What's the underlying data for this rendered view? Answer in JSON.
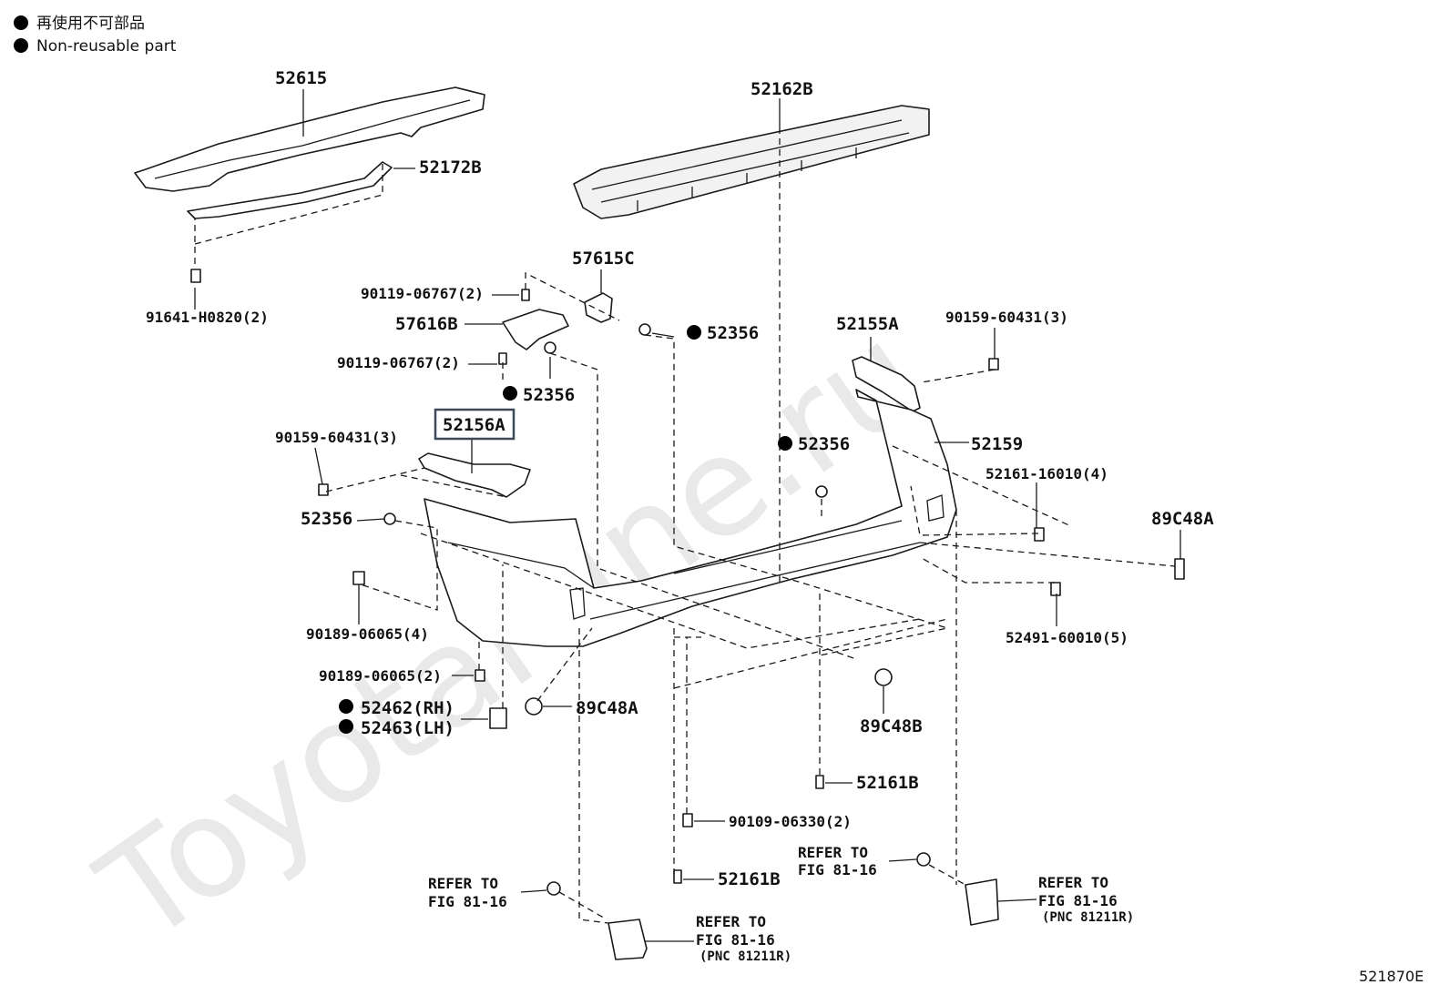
{
  "legend": [
    {
      "symbol": "filled-circle",
      "text": "再使用不可部品"
    },
    {
      "symbol": "filled-circle",
      "text": "Non-reusable part"
    }
  ],
  "watermark": "ToyotaMine.ru",
  "ref_id": "521870E",
  "highlight_color": "#3b4a5a",
  "labels": {
    "p52615": "52615",
    "p52172B": "52172B",
    "p52162B": "52162B",
    "p91641": "91641-H0820(2)",
    "p57615C": "57615C",
    "p90119_a": "90119-06767(2)",
    "p57616B": "57616B",
    "p52356_a": "52356",
    "p90119_b": "90119-06767(2)",
    "p52356_b": "52356",
    "p52155A": "52155A",
    "p90159_b": "90159-60431(3)",
    "p52156A": "52156A",
    "p90159_a": "90159-60431(3)",
    "p52356_c": "52356",
    "p52159": "52159",
    "p52161_16010": "52161-16010(4)",
    "p89C48A_r": "89C48A",
    "p52356_d": "52356",
    "p90189_a": "90189-06065(4)",
    "p52491": "52491-60010(5)",
    "p90189_b": "90189-06065(2)",
    "p52462": "52462(RH)",
    "p52463": "52463(LH)",
    "p89C48A_l": "89C48A",
    "p89C48B": "89C48B",
    "p52161B_a": "52161B",
    "p90109": "90109-06330(2)",
    "p52161B_b": "52161B"
  },
  "refers": {
    "left_top": {
      "line1": "REFER TO",
      "line2": "FIG 81-16"
    },
    "left_bottom": {
      "line1": "REFER TO",
      "line2": "FIG 81-16",
      "line3": "(PNC 81211R)"
    },
    "right_top": {
      "line1": "REFER TO",
      "line2": "FIG 81-16"
    },
    "right_bottom": {
      "line1": "REFER TO",
      "line2": "FIG 81-16",
      "line3": "(PNC 81211R)"
    }
  }
}
